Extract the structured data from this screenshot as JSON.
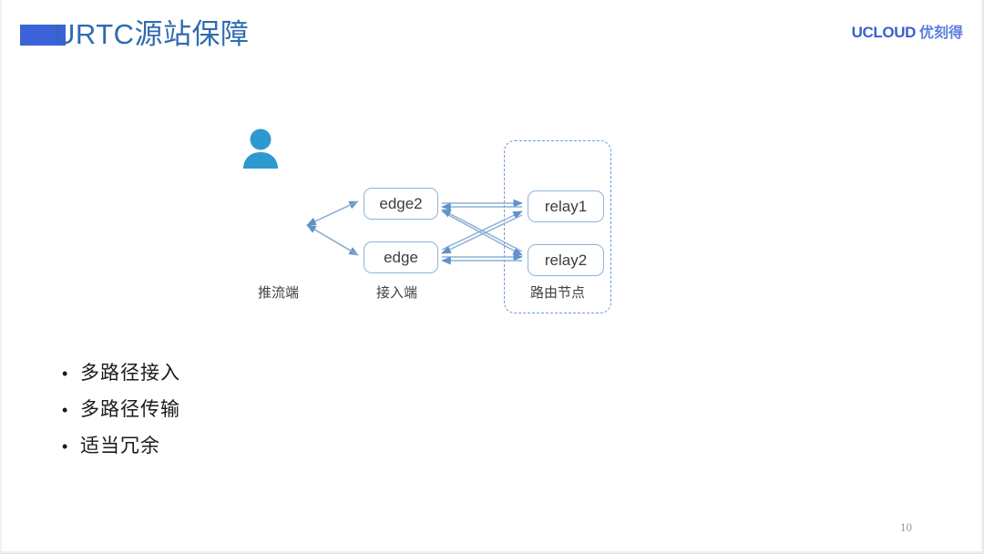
{
  "slide": {
    "title": "URTC源站保障",
    "page_number": "10",
    "accent_color": "#3b62d8",
    "title_color": "#2f6bb0"
  },
  "brand": {
    "name_en": "UCLOUD",
    "name_cn": "优刻得",
    "color_en": "#3b5ed0",
    "color_cn": "#5c7fe0"
  },
  "diagram": {
    "nodes": [
      {
        "id": "edge2",
        "label": "edge2"
      },
      {
        "id": "edge",
        "label": "edge"
      },
      {
        "id": "relay1",
        "label": "relay1"
      },
      {
        "id": "relay2",
        "label": "relay2"
      }
    ],
    "captions": {
      "publisher": "推流端",
      "access": "接入端",
      "route_group": "路由节点"
    },
    "icons": {
      "publisher": "user-person-icon"
    },
    "node_border_color": "#8fb4d9",
    "arrow_color": "#7fa6cf",
    "group_border_color": "#6f9ccc",
    "person_color": "#2e99cf",
    "connections": [
      {
        "from": "publisher",
        "to": "edge2",
        "direction": "bidirectional"
      },
      {
        "from": "publisher",
        "to": "edge",
        "direction": "bidirectional"
      },
      {
        "from": "edge2",
        "to": "relay1",
        "direction": "bidirectional"
      },
      {
        "from": "edge2",
        "to": "relay2",
        "direction": "bidirectional"
      },
      {
        "from": "edge",
        "to": "relay1",
        "direction": "bidirectional"
      },
      {
        "from": "edge",
        "to": "relay2",
        "direction": "bidirectional"
      }
    ]
  },
  "bullets": [
    {
      "marker": "•",
      "text": "多路径接入"
    },
    {
      "marker": "•",
      "text": "多路径传输"
    },
    {
      "marker": "•",
      "text": "适当冗余"
    }
  ]
}
